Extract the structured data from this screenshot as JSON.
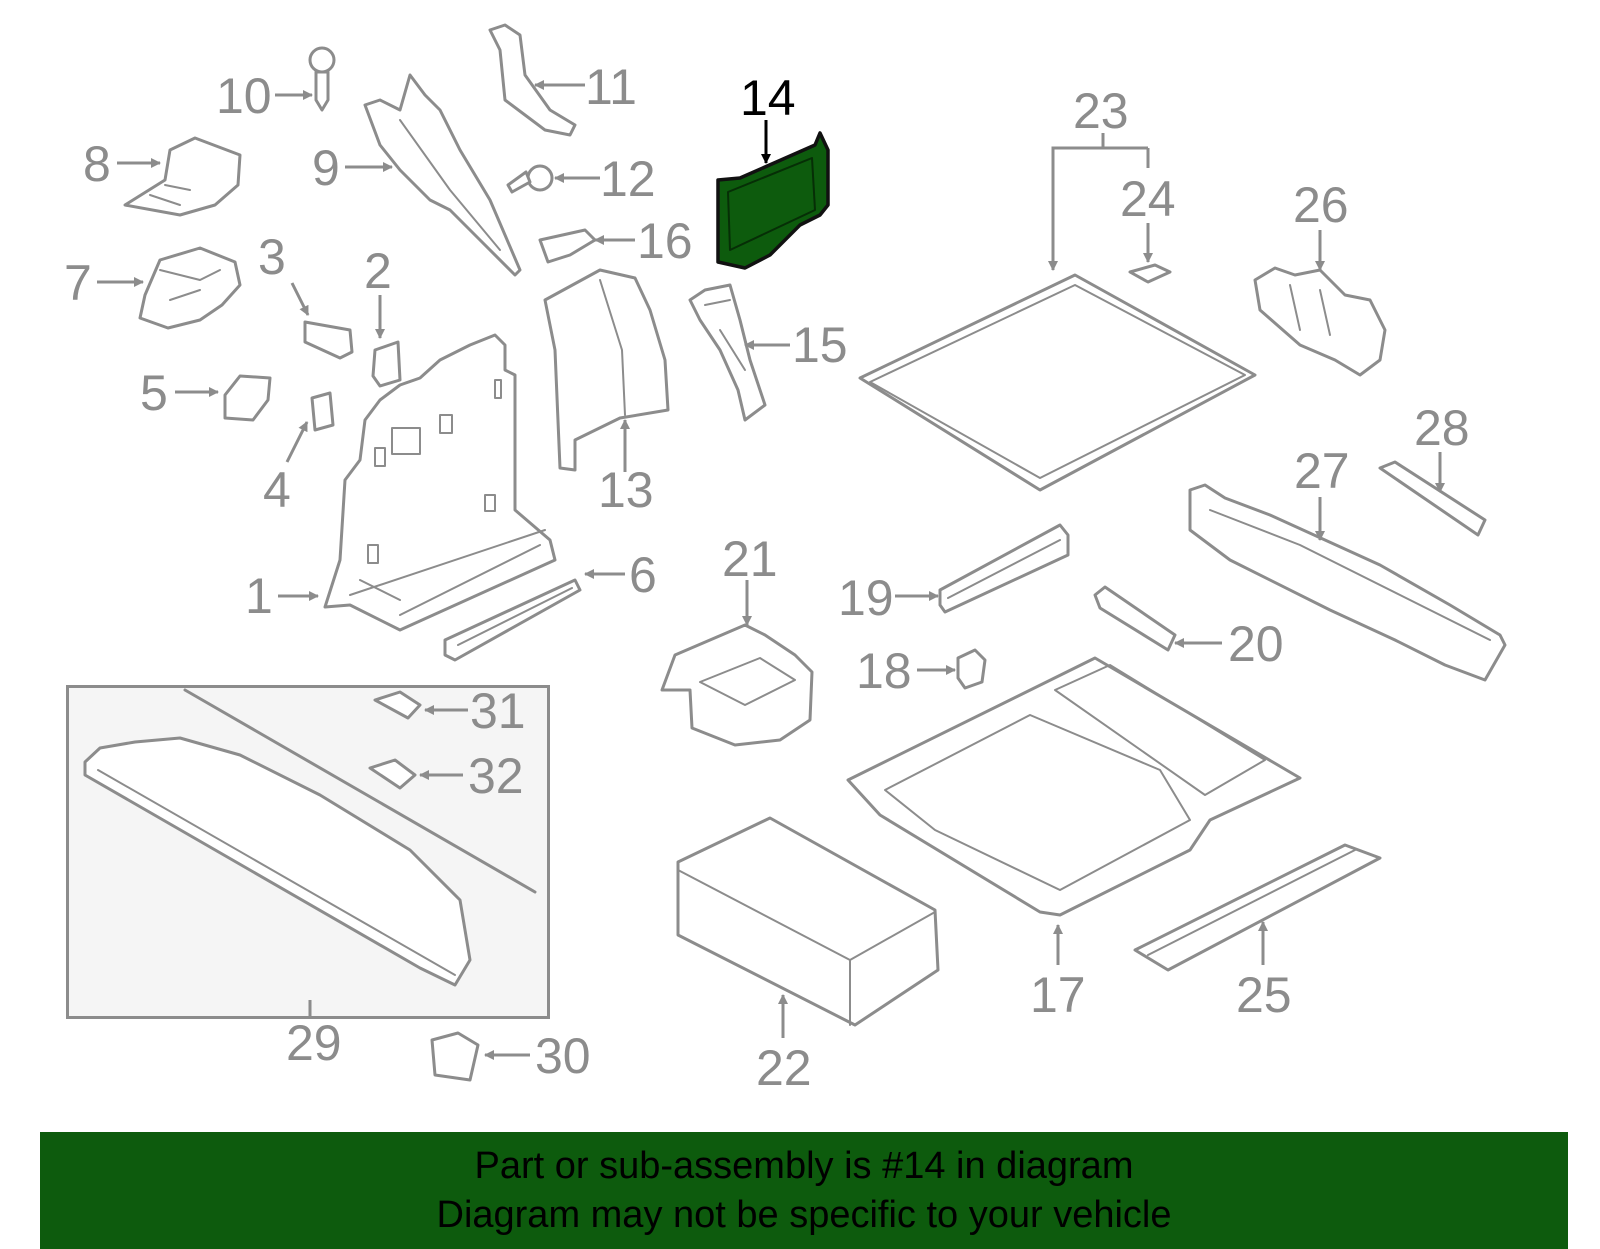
{
  "diagram": {
    "highlight_color": "#0d5b0d",
    "line_color": "#8c8c8c",
    "highlighted_part": "14",
    "callouts": [
      "1",
      "2",
      "3",
      "4",
      "5",
      "6",
      "7",
      "8",
      "9",
      "10",
      "11",
      "12",
      "13",
      "14",
      "15",
      "16",
      "17",
      "18",
      "19",
      "20",
      "21",
      "22",
      "23",
      "24",
      "25",
      "26",
      "27",
      "28",
      "29",
      "30",
      "31",
      "32"
    ]
  },
  "banner": {
    "line1": "Part or sub-assembly is #14 in diagram",
    "line2": "Diagram may not be specific to your vehicle",
    "background": "#0d5b0d"
  }
}
